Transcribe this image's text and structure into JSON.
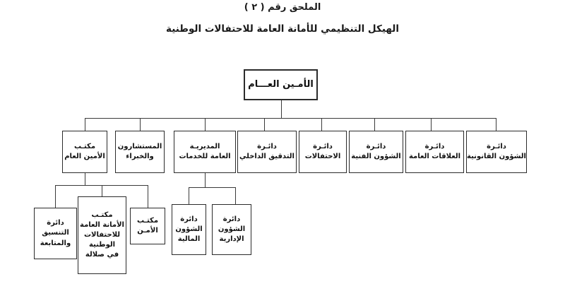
{
  "header": {
    "title": "الملحق رقم ( ٢ )",
    "subtitle": "الهيكل التنظيمي للأمانة العامة للاحتفالات الوطنية"
  },
  "chart_type": "org-chart",
  "nodes": {
    "root": {
      "lines": [
        "الأمـين العـــام"
      ]
    },
    "office_sg": {
      "lines": [
        "مكتـب",
        "الأمين العام"
      ]
    },
    "advisors": {
      "lines": [
        "المستشارون",
        "والخبراء"
      ]
    },
    "services_directorate": {
      "lines": [
        "المديريـة",
        "العامة للخدمات"
      ]
    },
    "internal_audit": {
      "lines": [
        "دائـرة",
        "التدقيق الداخلي"
      ]
    },
    "celebrations": {
      "lines": [
        "دائـرة",
        "الاحتفالات"
      ]
    },
    "technical_affairs": {
      "lines": [
        "دائـرة",
        "الشؤون الفنية"
      ]
    },
    "public_relations": {
      "lines": [
        "دائـرة",
        "العلاقات العامة"
      ]
    },
    "legal_affairs": {
      "lines": [
        "دائـرة",
        "الشؤون القانونية"
      ]
    },
    "coordination": {
      "lines": [
        "دائرة",
        "التنسيق",
        "والمتابعة"
      ]
    },
    "salalah_office": {
      "lines": [
        "مكتـب",
        "الأمانة العامة",
        "للاحتفالات",
        "الوطنية",
        "في صلالة"
      ]
    },
    "security_office": {
      "lines": [
        "مكتـب",
        "الأمـن"
      ]
    },
    "financial_affairs": {
      "lines": [
        "دائرة",
        "الشؤون",
        "المالية"
      ]
    },
    "administrative_affairs": {
      "lines": [
        "دائرة",
        "الشؤون",
        "الإدارية"
      ]
    }
  },
  "hierarchy": {
    "root_children": [
      "office_sg",
      "advisors",
      "services_directorate",
      "internal_audit",
      "celebrations",
      "technical_affairs",
      "public_relations",
      "legal_affairs"
    ],
    "office_sg_children": [
      "coordination",
      "salalah_office",
      "security_office"
    ],
    "services_directorate_children": [
      "financial_affairs",
      "administrative_affairs"
    ]
  },
  "colors": {
    "box_border": "#2b2b2b",
    "connector": "#3a3a3a",
    "text": "#111111",
    "background": "#ffffff"
  }
}
